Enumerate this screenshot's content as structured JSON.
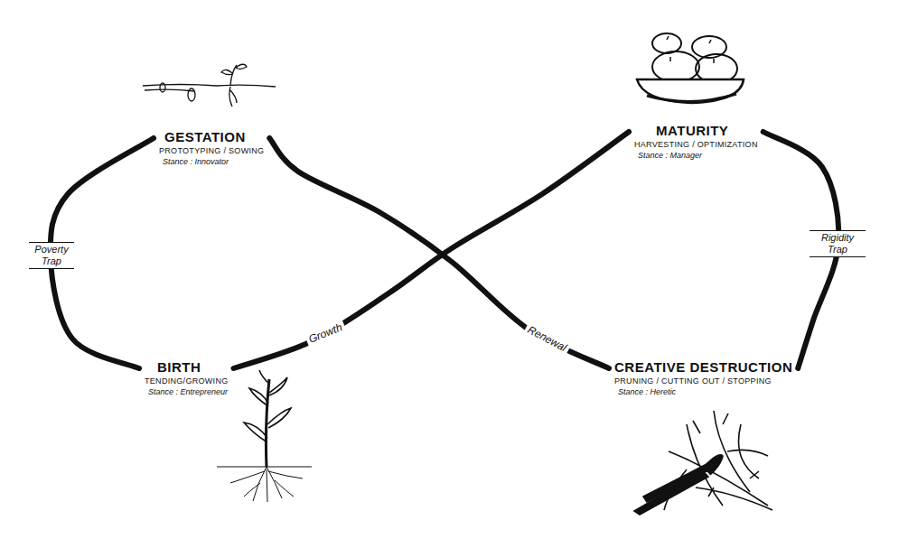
{
  "diagram": {
    "nodes": [
      {
        "text": [
          "GESTATION",
          "PROTOTYPING / SOWING",
          "Stance : Innovator"
        ]
      },
      {
        "text": [
          "BIRTH",
          "TENDING/GROWING",
          "Stance : Entrepreneur"
        ]
      },
      {
        "text": [
          "MATURITY",
          "HARVESTING / OPTIMIZATION",
          "Stance : Manager"
        ]
      },
      {
        "text": [
          "CREATIVE DESTRUCTION",
          "PRUNING / CUTTING OUT / STOPPING",
          "Stance : Heretic"
        ]
      }
    ],
    "edges": [
      {
        "from": 0,
        "to": 1,
        "arrow": "none",
        "label": "Poverty Trap"
      },
      {
        "from": 1,
        "to": 2,
        "arrow": "none",
        "label": "Growth"
      },
      {
        "from": 2,
        "to": 3,
        "arrow": "none",
        "label": "Rigidity Trap"
      },
      {
        "from": 3,
        "to": 0,
        "arrow": "none",
        "label": "Renewal"
      }
    ]
  }
}
